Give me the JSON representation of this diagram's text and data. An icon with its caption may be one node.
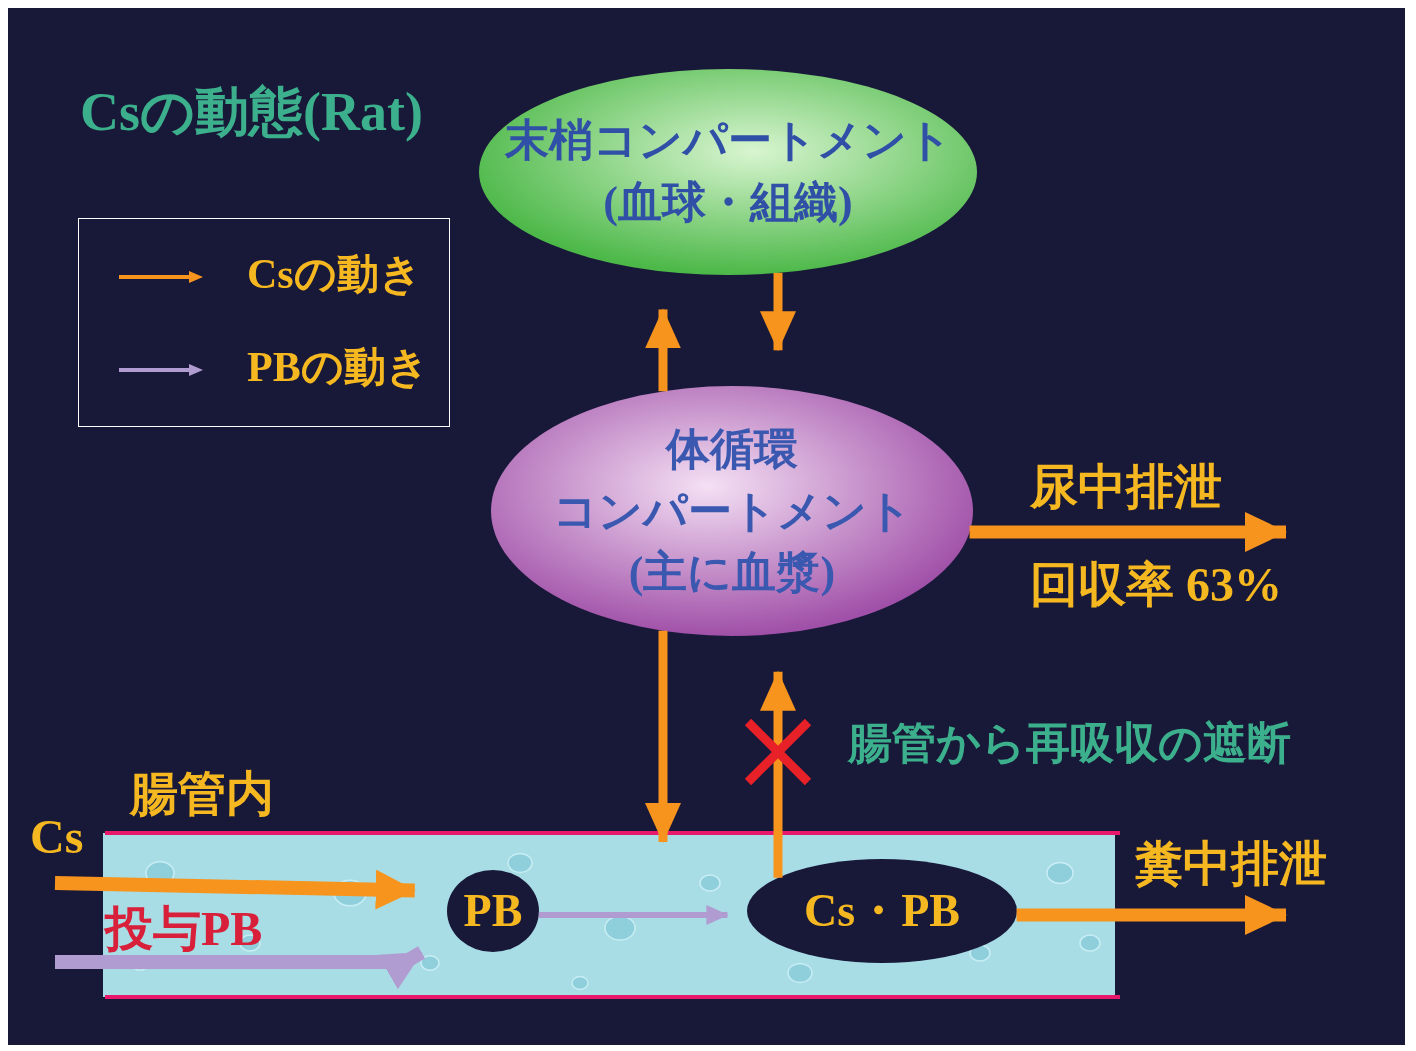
{
  "diagram": {
    "title": "Csの動態(Rat)",
    "nodes": [
      {
        "text": [
          "末梢コンパートメント(血球・組織)"
        ]
      },
      {
        "text": [
          "体循環コンパートメント(主に血漿)"
        ]
      },
      {
        "text": [
          "腸管内"
        ]
      },
      {
        "text": [
          "PB"
        ],
        "in": 2
      },
      {
        "text": [
          "Cs・PB"
        ],
        "in": 2
      }
    ],
    "edges": [
      {
        "from": 1,
        "to": 0,
        "arrow": "to"
      },
      {
        "from": 0,
        "to": 1,
        "arrow": "to"
      },
      {
        "from": 1,
        "to": 2,
        "arrow": "to"
      },
      {
        "from": 4,
        "to": 1,
        "arrow": "to",
        "label": "腸管から再吸収の遮断"
      },
      {
        "from": 1,
        "to": null,
        "arrow": "to",
        "label": "尿中排泄"
      },
      {
        "from": 4,
        "to": null,
        "arrow": "to",
        "label": "糞中排泄"
      },
      {
        "from": 3,
        "to": 4,
        "arrow": "to",
        "color": "#b09cd0"
      },
      {
        "from": null,
        "to": 3,
        "arrow": "to",
        "label": "Cs"
      },
      {
        "from": null,
        "to": 3,
        "arrow": "to",
        "label": "投与PB",
        "color": "#b09cd0"
      }
    ],
    "labels": [
      "回収率 63%"
    ],
    "legend": [
      {
        "text": "Csの動き"
      },
      {
        "text": "PBの動き"
      }
    ]
  }
}
